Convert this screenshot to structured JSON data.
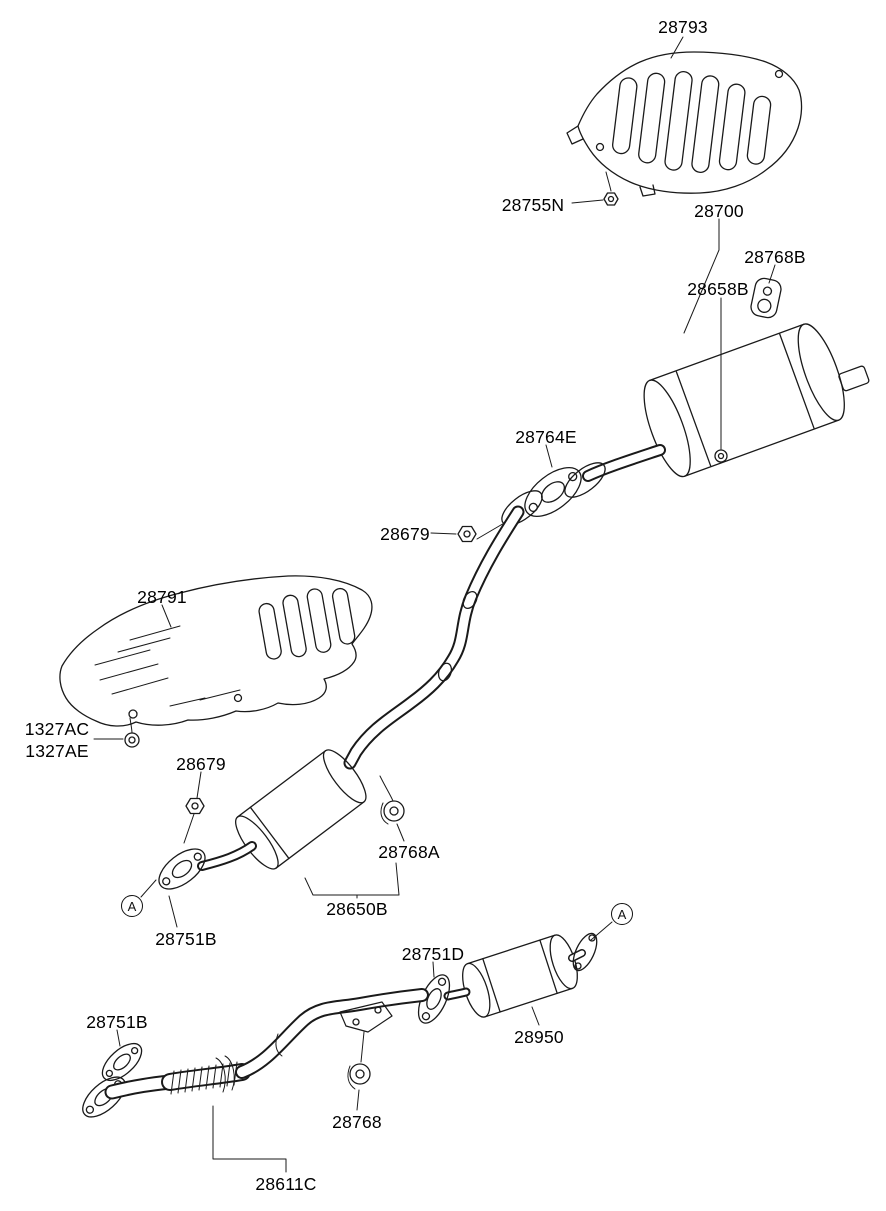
{
  "page": {
    "background": "#ffffff",
    "line_color": "#1a1a1a",
    "description_labels_visible": true
  },
  "labels": [
    {
      "text": "28793"
    },
    {
      "text": "28755N"
    },
    {
      "text": "28700"
    },
    {
      "text": "28768B"
    },
    {
      "text": "28658B"
    },
    {
      "text": "28764E"
    },
    {
      "text": "28679"
    },
    {
      "text": "28791"
    },
    {
      "text": "1327AC"
    },
    {
      "text": "1327AE"
    },
    {
      "text": "28679"
    },
    {
      "text": "28768A"
    },
    {
      "text": "28650B"
    },
    {
      "text": "28751B"
    },
    {
      "text": "28751D"
    },
    {
      "text": "28950"
    },
    {
      "text": "28751B"
    },
    {
      "text": "28768"
    },
    {
      "text": "28611C"
    }
  ],
  "markers": {
    "a": "A"
  }
}
